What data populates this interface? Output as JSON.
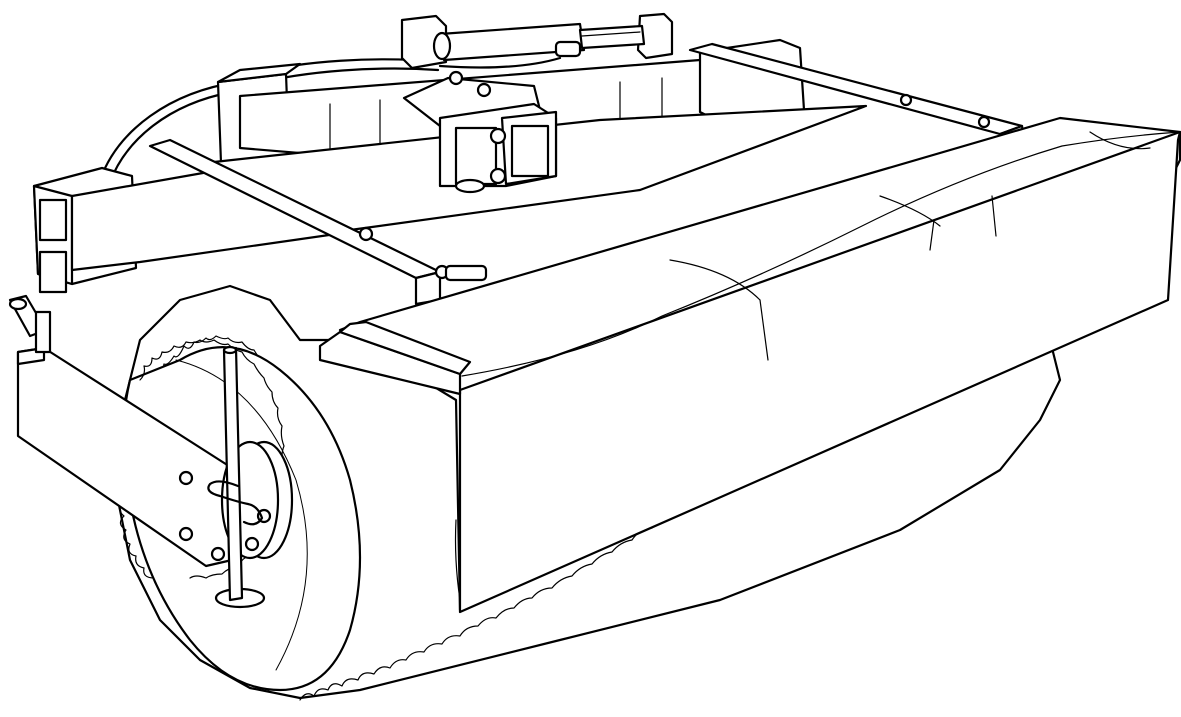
{
  "figure": {
    "kind": "line-art technical illustration",
    "subject_parts": [
      "brush-roll",
      "shroud",
      "frame",
      "hydraulic-cylinder",
      "hydraulic-hoses",
      "receiver-hitch",
      "side-arm",
      "bearing-flange",
      "hitch-pin",
      "hairpin-clip"
    ],
    "colors": {
      "line": "#000000",
      "background": "#ffffff"
    }
  }
}
